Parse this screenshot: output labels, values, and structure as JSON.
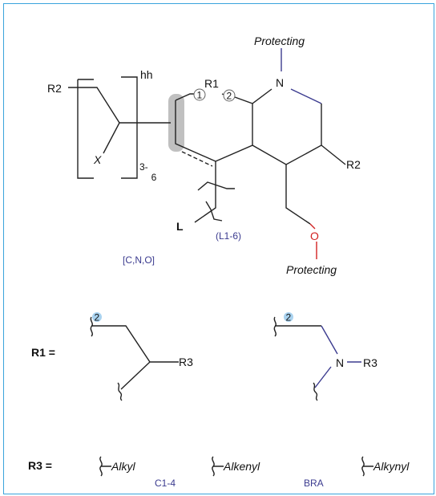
{
  "main_structure": {
    "protecting_top": "Protecting",
    "protecting_bottom": "Protecting",
    "n_atom": "N",
    "o_atom": "O",
    "r1_label": "R1",
    "r2_left": "R2",
    "r2_right": "R2",
    "x_label": "X",
    "hh_label": "hh",
    "repeat_label": "3-",
    "repeat_label_sub": "6",
    "l_label": "L",
    "l_range_label": "(L1-6)",
    "atom_set_label": "[C,N,O]",
    "locant_1": "1",
    "locant_2": "2"
  },
  "r1_definition": {
    "label": "R1 =",
    "option_a": {
      "attachment": "2",
      "substituent": "R3"
    },
    "option_b": {
      "attachment": "2",
      "n_atom": "N",
      "substituent": "R3"
    }
  },
  "r3_definition": {
    "label": "R3 =",
    "options": [
      "Alkyl",
      "Alkenyl",
      "Alkynyl"
    ],
    "range_note": "C1-4",
    "branch_note": "BRA"
  },
  "colors": {
    "border": "#3aa3dc",
    "nitrogen": "#3b3b8f",
    "oxygen": "#d22222",
    "highlight": "#c0c0c0",
    "locant_fill": "#a9d2ef"
  }
}
